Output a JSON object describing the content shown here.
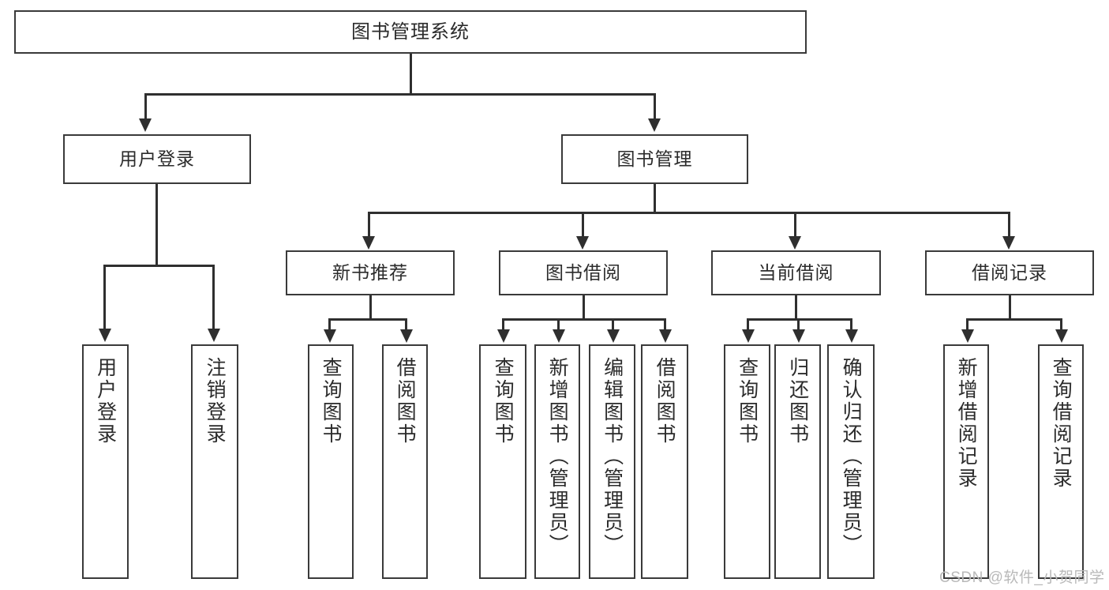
{
  "diagram": {
    "title": "图书管理系统",
    "type": "tree-hierarchy-chart",
    "colors": {
      "box_border": "#3a3a3a",
      "connector": "#2f2f2f",
      "text": "#2b2b2b",
      "background": "#ffffff",
      "watermark": "#b9b9b9"
    },
    "root": {
      "label": "图书管理系统"
    },
    "level2": [
      {
        "label": "用户登录"
      },
      {
        "label": "图书管理"
      }
    ],
    "level3": [
      {
        "label": "新书推荐"
      },
      {
        "label": "图书借阅"
      },
      {
        "label": "当前借阅"
      },
      {
        "label": "借阅记录"
      }
    ],
    "leaves": {
      "user_login": [
        {
          "label": "用户登录"
        },
        {
          "label": "注销登录"
        }
      ],
      "new_book_recommend": [
        {
          "label": "查询图书"
        },
        {
          "label": "借阅图书"
        }
      ],
      "book_borrow": [
        {
          "label": "查询图书"
        },
        {
          "label": "新增图书（管理员）"
        },
        {
          "label": "编辑图书（管理员）"
        },
        {
          "label": "借阅图书"
        }
      ],
      "current_borrow": [
        {
          "label": "查询图书"
        },
        {
          "label": "归还图书"
        },
        {
          "label": "确认归还（管理员）"
        }
      ],
      "borrow_record": [
        {
          "label": "新增借阅记录"
        },
        {
          "label": "查询借阅记录"
        }
      ]
    }
  },
  "watermark": {
    "text": "CSDN @软件_小贺同学"
  }
}
